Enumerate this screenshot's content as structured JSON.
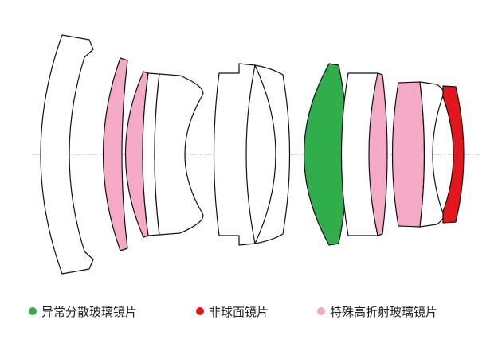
{
  "colors": {
    "ed": "#2fae4b",
    "aspheric": "#e3161e",
    "hr": "#f4aac7",
    "outline": "#111111",
    "axis": "#bbbbbb"
  },
  "legend": [
    {
      "key": "ed",
      "label": "异常分散玻璃镜片",
      "color": "#2fae4b"
    },
    {
      "key": "aspheric",
      "label": "非球面镜片",
      "color": "#e3161e"
    },
    {
      "key": "hr",
      "label": "特殊高折射玻璃镜片",
      "color": "#f4aac7"
    }
  ]
}
